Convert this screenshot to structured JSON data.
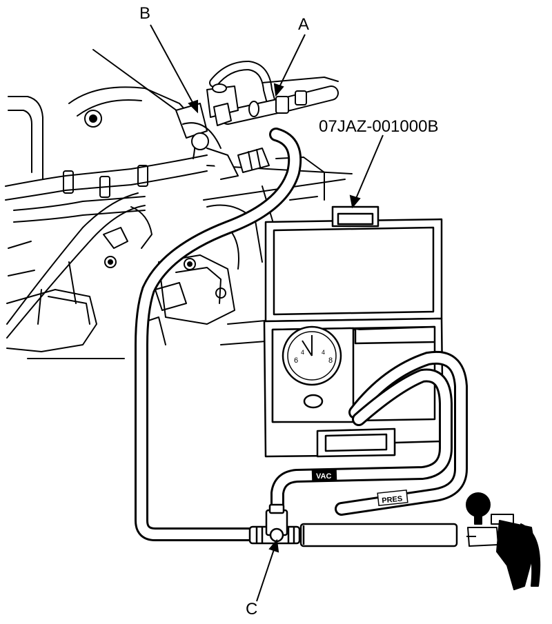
{
  "labels": {
    "a": "A",
    "b": "B",
    "c": "C",
    "tool": "07JAZ-001000B"
  },
  "hose_tags": {
    "vac": "VAC",
    "pres": "PRES"
  },
  "colors": {
    "ink": "#000000",
    "paper": "#ffffff"
  }
}
